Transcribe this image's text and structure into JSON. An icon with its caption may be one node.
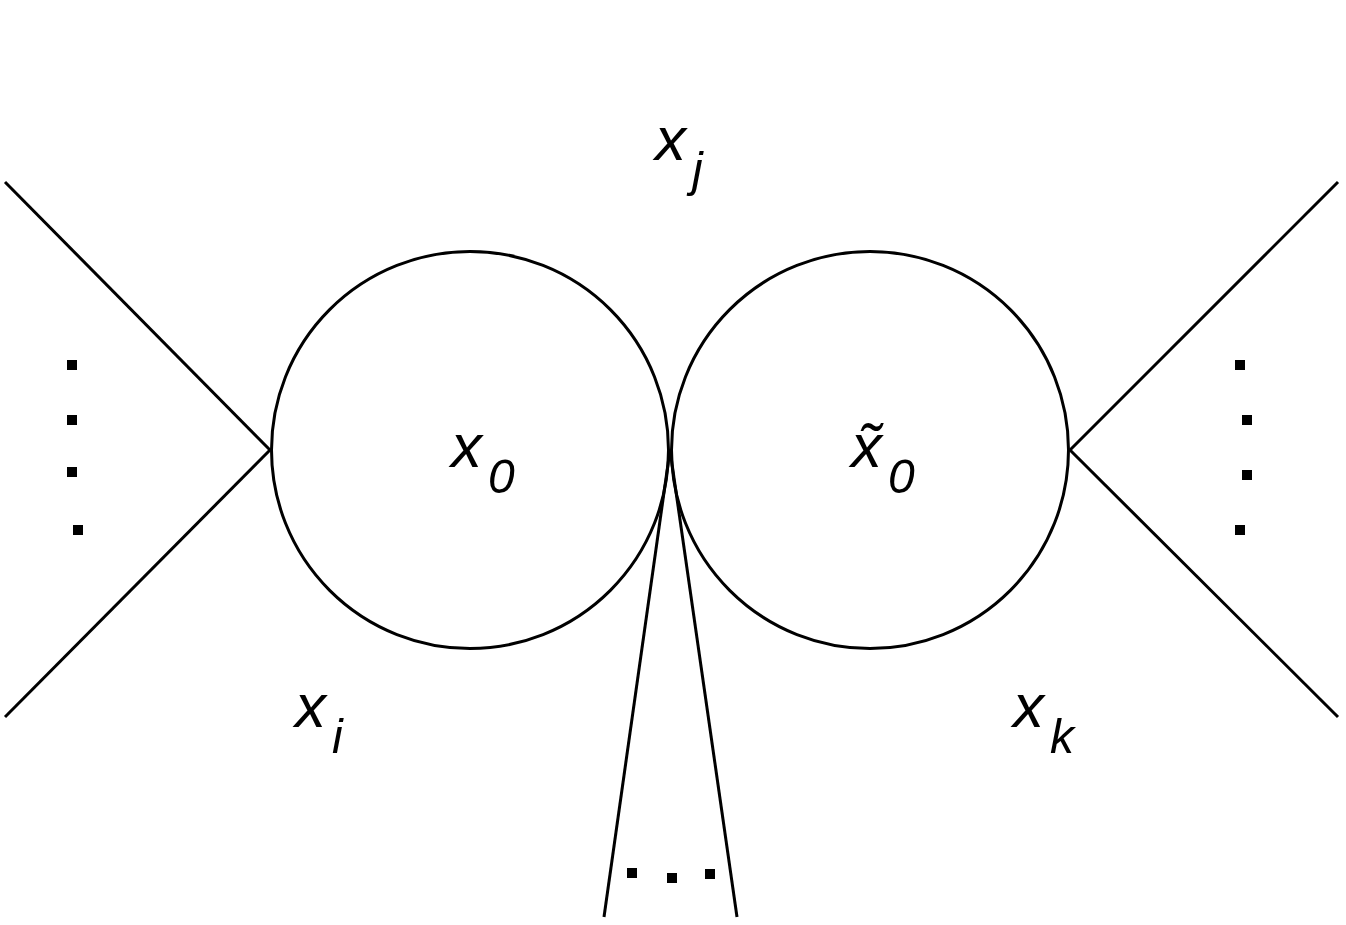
{
  "diagram": {
    "nodes": [
      {
        "text": [
          "x$_{0}$"
        ]
      },
      {
        "text": [
          "x̃$_{0}$"
        ]
      }
    ],
    "edges": [
      {
        "from": 0,
        "to": null,
        "arrow": "none"
      },
      {
        "from": 0,
        "to": null,
        "arrow": "none"
      },
      {
        "from": 1,
        "to": null,
        "arrow": "none"
      },
      {
        "from": 1,
        "to": null,
        "arrow": "none"
      },
      {
        "from": 0,
        "to": null,
        "arrow": "none"
      },
      {
        "from": 1,
        "to": null,
        "arrow": "none"
      }
    ],
    "labels": [
      "x$_{j}$",
      "x$_{i}$",
      "x$_{k}$"
    ]
  }
}
